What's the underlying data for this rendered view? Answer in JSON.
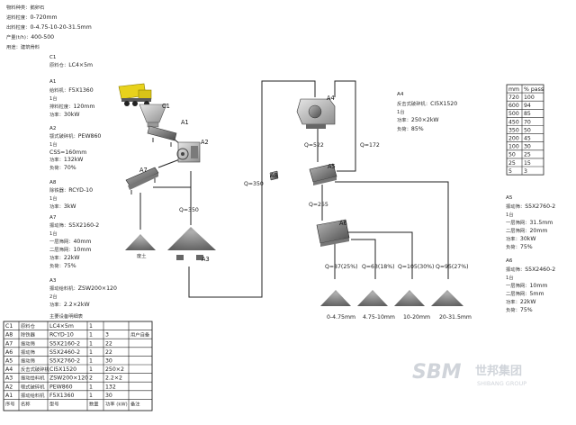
{
  "header": {
    "material": {
      "label": "物料种类：",
      "value": "鹅卵石"
    },
    "feed_size": {
      "label": "进料粒度：",
      "value": "0-720mm"
    },
    "output_size": {
      "label": "出料粒度：",
      "value": "0-4.75-10-20-31.5mm"
    },
    "capacity": {
      "label": "产量(t/h)：",
      "value": "400-500"
    },
    "usage": {
      "label": "用途：",
      "value": "建筑骨料"
    }
  },
  "left_specs": {
    "C1": {
      "id": "C1",
      "name_label": "原料仓：",
      "name_value": "LC4×5m"
    },
    "A1": {
      "id": "A1",
      "name_label": "给料机：",
      "name_value": "F5X1360",
      "count": "1台",
      "l2_label": "排料粒度：",
      "l2_value": "120mm",
      "l3_label": "功率：",
      "l3_value": "30kW"
    },
    "A2": {
      "id": "A2",
      "name_label": "颚式破碎机：",
      "name_value": "PEW860",
      "count": "1台",
      "l2_label": "CSS=",
      "l2_value": "160mm",
      "l3_label": "功率：",
      "l3_value": "132kW",
      "l4_label": "负荷：",
      "l4_value": "70%"
    },
    "A8": {
      "id": "A8",
      "name_label": "除铁器：",
      "name_value": "RCYD-10",
      "count": "1台",
      "l2_label": "功率：",
      "l2_value": "3kW"
    },
    "A7": {
      "id": "A7",
      "name_label": "振动筛：",
      "name_value": "S5X2160-2",
      "count": "1台",
      "l2_label": "一层筛网：",
      "l2_value": "40mm",
      "l3_label": "二层筛网：",
      "l3_value": "10mm",
      "l4_label": "功率：",
      "l4_value": "22kW",
      "l5_label": "负荷：",
      "l5_value": "75%"
    },
    "A3": {
      "id": "A3",
      "name_label": "振动给料机：",
      "name_value": "ZSW200×120",
      "count": "2台",
      "l2_label": "功率：",
      "l2_value": "2.2×2kW"
    },
    "table_title": "主要设备明细表"
  },
  "right_specs": {
    "A4": {
      "id": "A4",
      "name_label": "反击式破碎机：",
      "name_value": "CI5X1520",
      "count": "1台",
      "l2_label": "功率：",
      "l2_value": "250×2kW",
      "l3_label": "负荷：",
      "l3_value": "85%"
    },
    "A5": {
      "id": "A5",
      "name_label": "振动筛：",
      "name_value": "S5X2760-2",
      "count": "1台",
      "l2_label": "一层筛网：",
      "l2_value": "31.5mm",
      "l3_label": "二层筛网：",
      "l3_value": "20mm",
      "l4_label": "功率：",
      "l4_value": "30kW",
      "l5_label": "负荷：",
      "l5_value": "75%"
    },
    "A6": {
      "id": "A6",
      "name_label": "振动筛：",
      "name_value": "S5X2460-2",
      "count": "1台",
      "l2_label": "一层筛网：",
      "l2_value": "10mm",
      "l3_label": "二层筛网：",
      "l3_value": "5mm",
      "l4_label": "功率：",
      "l4_value": "22kW",
      "l5_label": "负荷：",
      "l5_value": "75%"
    }
  },
  "pass_table": {
    "headers": [
      "mm",
      "% pass"
    ],
    "rows": [
      [
        "720",
        "100"
      ],
      [
        "600",
        "94"
      ],
      [
        "500",
        "85"
      ],
      [
        "450",
        "70"
      ],
      [
        "350",
        "50"
      ],
      [
        "200",
        "45"
      ],
      [
        "100",
        "30"
      ],
      [
        "50",
        "25"
      ],
      [
        "25",
        "15"
      ],
      [
        "5",
        "3"
      ]
    ]
  },
  "equipment_table": {
    "rows": [
      [
        "C1",
        "原料仓",
        "LC4×5m",
        "1",
        "",
        ""
      ],
      [
        "A8",
        "除铁器",
        "RCYD-10",
        "1",
        "3",
        "用户自备"
      ],
      [
        "A7",
        "振动筛",
        "S5X2160-2",
        "1",
        "22",
        ""
      ],
      [
        "A6",
        "振动筛",
        "S5X2460-2",
        "1",
        "22",
        ""
      ],
      [
        "A5",
        "振动筛",
        "S5X2760-2",
        "1",
        "30",
        ""
      ],
      [
        "A4",
        "反击式破碎机",
        "CI5X1520",
        "1",
        "250×2",
        ""
      ],
      [
        "A3",
        "振动给料机",
        "ZSW200×120",
        "2",
        "2.2×2",
        ""
      ],
      [
        "A2",
        "颚式破碎机",
        "PEW860",
        "1",
        "132",
        ""
      ],
      [
        "A1",
        "振动给料机",
        "F5X1360",
        "1",
        "30",
        ""
      ]
    ],
    "footer": [
      "序号",
      "名称",
      "型号",
      "数量",
      "功率 (kW)",
      "备注"
    ]
  },
  "diagram": {
    "tags": {
      "C1": "C1",
      "A1": "A1",
      "A2": "A2",
      "A3": "A3",
      "A4": "A4",
      "A5": "A5",
      "A6": "A6",
      "A7": "A7",
      "A8": "A8"
    },
    "flows": {
      "q350_left": "Q=350",
      "q350_top": "Q=350",
      "q522": "Q=522",
      "q172": "Q=172",
      "q255": "Q=255"
    },
    "waste_label": "废土",
    "outputs": [
      {
        "q": "Q=87(25%)",
        "size": "0-4.75mm"
      },
      {
        "q": "Q=63(18%)",
        "size": "4.75-10mm"
      },
      {
        "q": "Q=105(30%)",
        "size": "10-20mm"
      },
      {
        "q": "Q=95(27%)",
        "size": "20-31.5mm"
      }
    ]
  },
  "logo": {
    "mark": "SBM",
    "cn": "世邦集团",
    "en": "SHIBANG GROUP"
  },
  "colors": {
    "truck": "#e8d21c",
    "line": "#222222",
    "machine": "#8a8a8a",
    "logo": "#d0d4da"
  }
}
